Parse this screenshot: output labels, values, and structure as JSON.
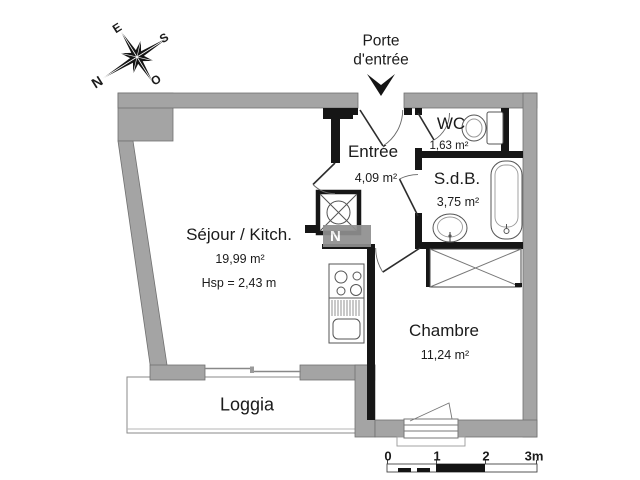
{
  "plan": {
    "entrance": {
      "line1": "Porte",
      "line2": "d'entrée"
    },
    "rooms": {
      "entree": {
        "name": "Entrée",
        "area": "4,09 m²"
      },
      "wc": {
        "name": "WC",
        "area": "1,63 m²"
      },
      "sdb": {
        "name": "S.d.B.",
        "area": "3,75 m²"
      },
      "sejour": {
        "name": "Séjour / Kitch.",
        "area": "19,99 m²",
        "height": "Hsp = 2,43 m"
      },
      "chambre": {
        "name": "Chambre",
        "area": "11,24 m²"
      },
      "loggia": {
        "name": "Loggia"
      }
    },
    "compass": {
      "n": "N",
      "s": "S",
      "e": "E",
      "o": "O"
    },
    "scale": {
      "t0": "0",
      "t1": "1",
      "t2": "2",
      "t3": "3m"
    },
    "watermark": "N",
    "colors": {
      "wall_gray": "#a4a4a4",
      "wall_black": "#161616",
      "outline": "#707070"
    }
  }
}
